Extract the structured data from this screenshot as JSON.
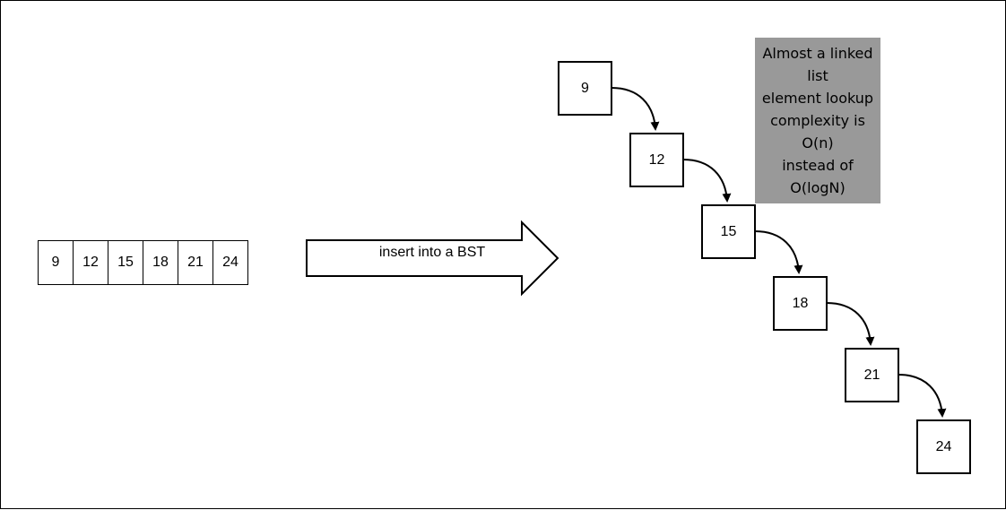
{
  "array": {
    "cells": [
      "9",
      "12",
      "15",
      "18",
      "21",
      "24"
    ]
  },
  "arrow": {
    "label": "insert into a BST"
  },
  "bst": {
    "nodes": [
      "9",
      "12",
      "15",
      "18",
      "21",
      "24"
    ]
  },
  "note": {
    "lines": [
      "Almost a linked",
      "list",
      "element lookup",
      "complexity is",
      "O(n)",
      "instead of",
      "O(logN)"
    ],
    "background": "#999999"
  }
}
